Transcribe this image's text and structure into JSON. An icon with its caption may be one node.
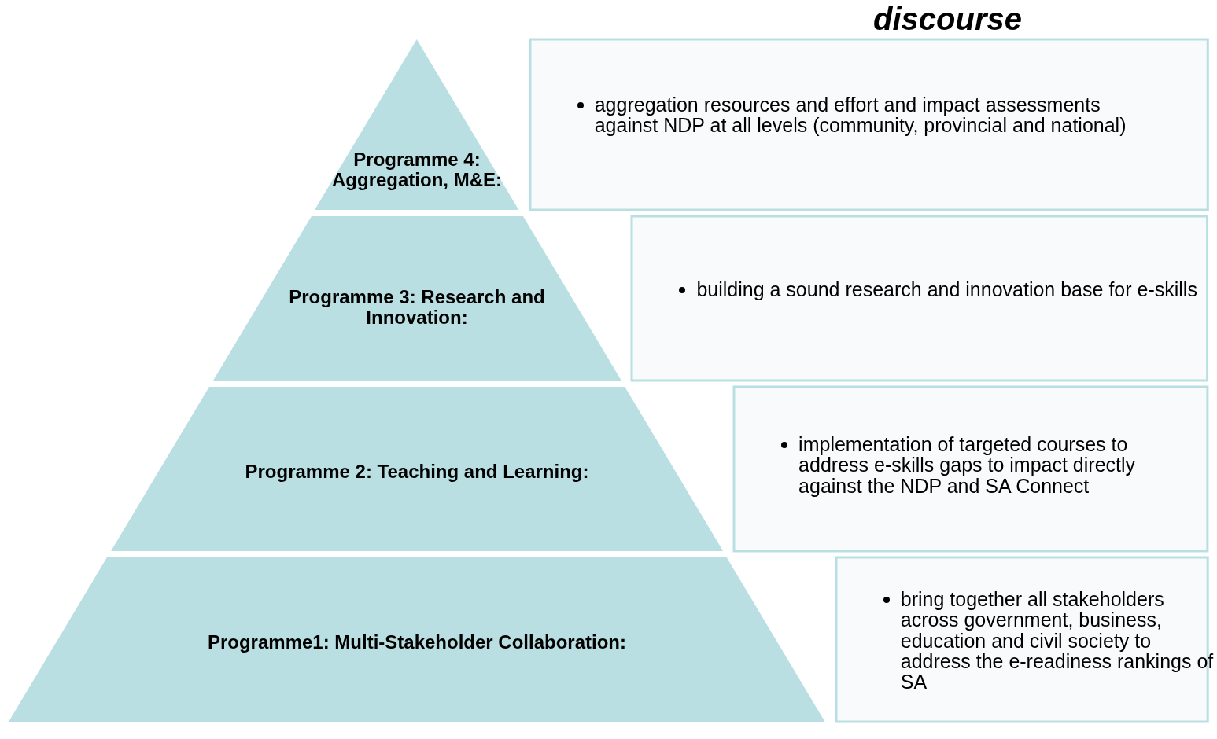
{
  "diagram": {
    "nodes": [
      {
        "text": [
          "Programme 4: Aggregation, M&E:"
        ]
      },
      {
        "text": [
          "aggregation resources and effort and impact assessments against NDP at all levels (community, provincial and national)"
        ]
      },
      {
        "text": [
          "Programme 3: Research and Innovation:"
        ]
      },
      {
        "text": [
          "building a sound research and innovation base for e-skills"
        ]
      },
      {
        "text": [
          "Programme 2: Teaching and Learning:"
        ]
      },
      {
        "text": [
          "implementation of targeted courses to address e-skills gaps to impact directly against the NDP and SA Connect"
        ]
      },
      {
        "text": [
          "Programme1: Multi-Stakeholder Collaboration:"
        ]
      },
      {
        "text": [
          "bring together all stakeholders across government, business, education and civil society to address the e-readiness rankings of SA"
        ]
      }
    ],
    "edges": [],
    "labels": [
      "discourse"
    ]
  }
}
